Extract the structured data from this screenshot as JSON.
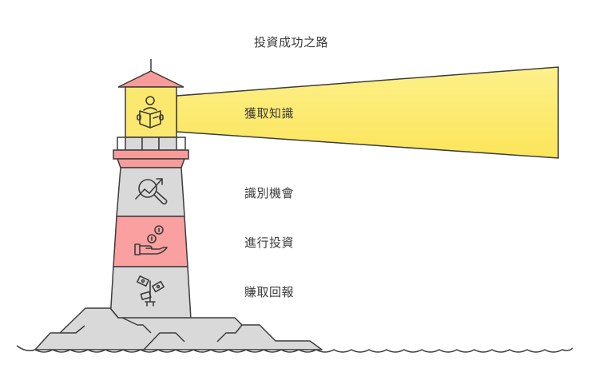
{
  "title": "投資成功之路",
  "steps": [
    {
      "label": "獲取知識",
      "icon": "reading-person-icon",
      "color": "#fbe96f"
    },
    {
      "label": "識別機會",
      "icon": "chart-magnifier-icon",
      "color": "#d9d9d9"
    },
    {
      "label": "進行投資",
      "icon": "hand-coins-icon",
      "color": "#fba0a0"
    },
    {
      "label": "賺取回報",
      "icon": "money-plant-icon",
      "color": "#d9d9d9"
    }
  ],
  "colors": {
    "beam": "#fbe96f",
    "roof": "#f89b9b",
    "stroke": "#3c3c3c",
    "rock": "#d9d9d9"
  }
}
